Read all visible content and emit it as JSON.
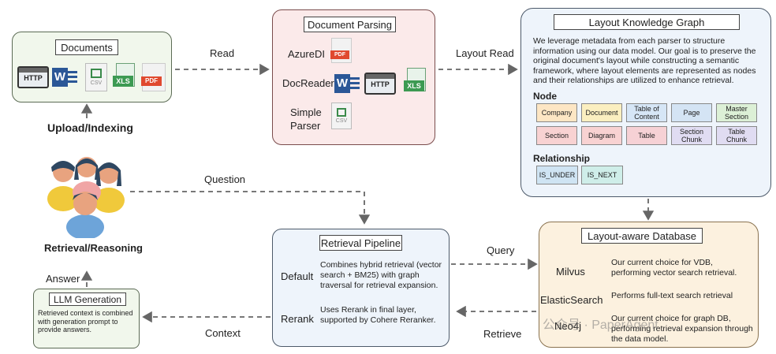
{
  "documents": {
    "title": "Documents",
    "upload_label": "Upload/Indexing"
  },
  "parsing": {
    "title": "Document Parsing",
    "azure": "AzureDI",
    "docreader": "DocReader",
    "simple": "Simple\nParser"
  },
  "graph": {
    "title": "Layout Knowledge Graph",
    "description": "We leverage metadata from each parser to structure information using our data model. Our goal is to preserve the original document's layout while constructing a semantic framework, where layout elements are represented as nodes and their relationships are utilized to enhance retrieval.",
    "node_label": "Node",
    "nodes": [
      "Company",
      "Document",
      "Table of Content",
      "Page",
      "Master Section",
      "Section",
      "Diagram",
      "Table",
      "Section Chunk",
      "Table Chunk"
    ],
    "relationship_label": "Relationship",
    "relationships": [
      "IS_UNDER",
      "IS_NEXT"
    ]
  },
  "database": {
    "title": "Layout-aware Database",
    "rows": [
      {
        "name": "Milvus",
        "desc": "Our current choice for VDB, performing vector search retrieval."
      },
      {
        "name": "ElasticSearch",
        "desc": "Performs full-text search retrieval"
      },
      {
        "name": "Neo4j",
        "desc": "Our current choice for graph DB, performing retrieval expansion through the data model."
      }
    ]
  },
  "pipeline": {
    "title": "Retrieval Pipeline",
    "rows": [
      {
        "name": "Default",
        "desc": "Combines hybrid retrieval (vector search + BM25) with graph traversal for retrieval expansion."
      },
      {
        "name": "Rerank",
        "desc": "Uses Rerank in final layer, supported by Cohere Reranker."
      }
    ]
  },
  "llm": {
    "title": "LLM Generation",
    "desc": "Retrieved context is combined with generation prompt to provide answers."
  },
  "users": {
    "label": "Retrieval/Reasoning"
  },
  "arrows": {
    "read": "Read",
    "layout_read": "Layout Read",
    "question": "Question",
    "query": "Query",
    "retrieve": "Retrieve",
    "context": "Context",
    "answer": "Answer"
  },
  "icons": {
    "http": "HTTP",
    "pdf": "PDF",
    "csv": "CSV",
    "xls": "XLS"
  },
  "watermark": "公众号 · PaperAgent"
}
